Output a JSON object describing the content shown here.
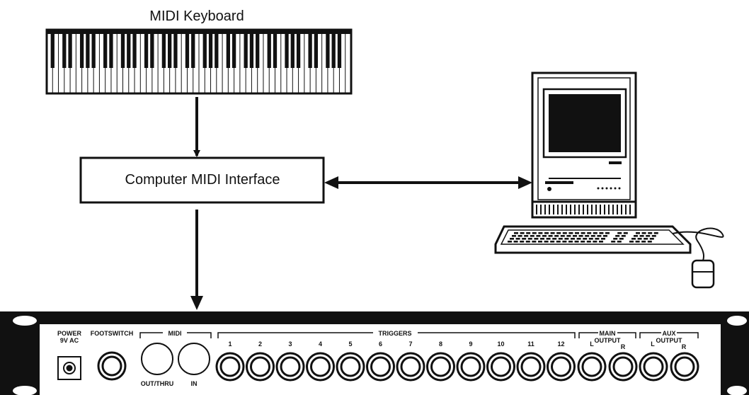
{
  "keyboard": {
    "label": "MIDI Keyboard"
  },
  "interface": {
    "label": "Computer MIDI Interface"
  },
  "computer": {
    "name": "computer-icon"
  },
  "rack": {
    "power_label_1": "POWER",
    "power_label_2": "9V AC",
    "footswitch_label": "FOOTSWITCH",
    "midi_label": "MIDI",
    "midi_out_label": "OUT/THRU",
    "midi_in_label": "IN",
    "triggers_label": "TRIGGERS",
    "trigger_numbers": [
      "1",
      "2",
      "3",
      "4",
      "5",
      "6",
      "7",
      "8",
      "9",
      "10",
      "11",
      "12"
    ],
    "main_output_label_1": "MAIN",
    "main_output_label_2": "OUTPUT",
    "aux_output_label_1": "AUX",
    "aux_output_label_2": "OUTPUT",
    "left_label": "L",
    "right_label": "R"
  }
}
